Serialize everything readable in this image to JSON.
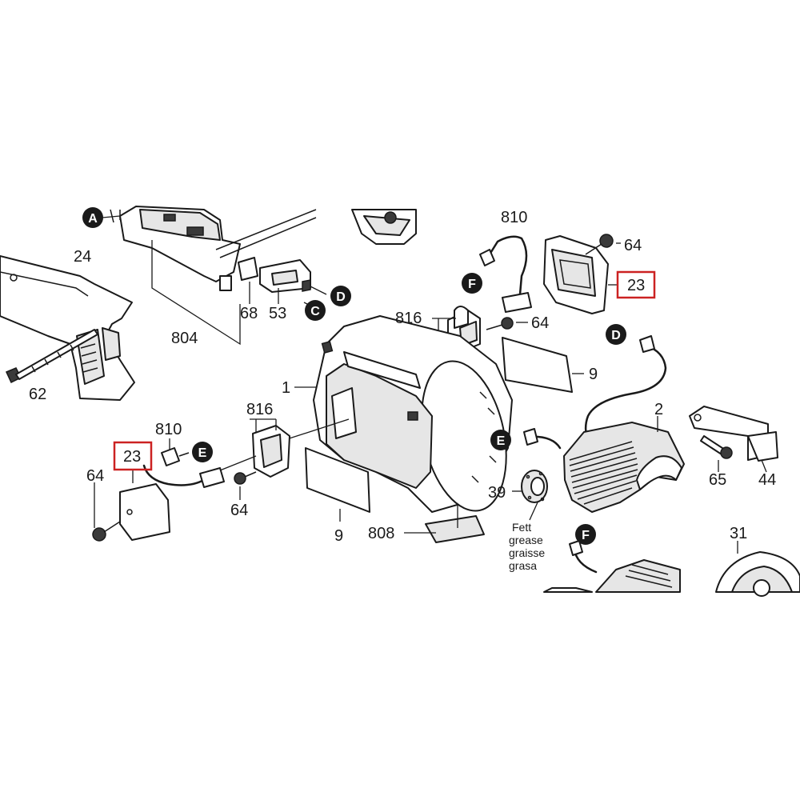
{
  "diagram": {
    "highlight_color": "#cc2222",
    "labels": {
      "p1": "1",
      "p2": "2",
      "p9a": "9",
      "p9b": "9",
      "p23a": "23",
      "p23b": "23",
      "p24": "24",
      "p31": "31",
      "p39": "39",
      "p44": "44",
      "p53": "53",
      "p62": "62",
      "p64a": "64",
      "p64b": "64",
      "p64c": "64",
      "p64d": "64",
      "p65": "65",
      "p68": "68",
      "p804": "804",
      "p808": "808",
      "p810a": "810",
      "p810b": "810",
      "p816a": "816",
      "p816b": "816"
    },
    "markers": {
      "A": "A",
      "C": "C",
      "D1": "D",
      "D2": "D",
      "E1": "E",
      "E2": "E",
      "F1": "F",
      "F2": "F"
    },
    "grease_note": [
      "Fett",
      "grease",
      "graisse",
      "grasa"
    ]
  }
}
